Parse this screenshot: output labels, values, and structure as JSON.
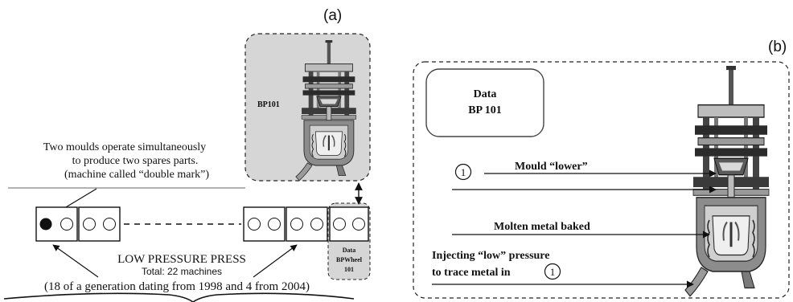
{
  "panel_a": {
    "label": "(a)",
    "machine_box_label": "BP101",
    "annotation": {
      "line1": "Two moulds operate simultaneously",
      "line2": "to produce two spares parts.",
      "line3": "(machine called “double mark”)"
    },
    "press_title": "LOW PRESSURE PRESS",
    "press_total": "Total: 22 machines",
    "press_generations": "(18 of a generation dating from 1998 and 4 from 2004)",
    "data_tag": {
      "line1": "Data",
      "line2": "BPWheel",
      "line3": "101"
    }
  },
  "panel_b": {
    "label": "(b)",
    "data_box": {
      "line1": "Data",
      "line2": "BP 101"
    },
    "marker": "1",
    "arrow_labels": {
      "mould": "Mould “lower”",
      "molten": "Molten metal baked",
      "inject_line1": "Injecting “low” pressure",
      "inject_line2": "to trace metal in"
    }
  },
  "colors": {
    "box_fill": "#d6d6d6",
    "machine_dark": "#333333",
    "machine_mid": "#8a8a8a",
    "machine_light": "#c8c8c8"
  }
}
